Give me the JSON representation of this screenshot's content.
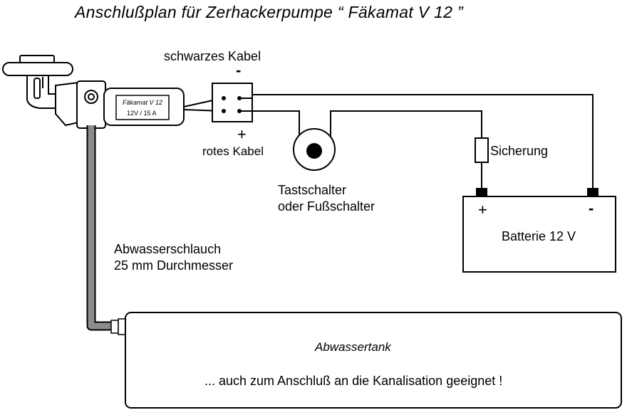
{
  "title": "Anschlußplan für Zerhackerpumpe “ Fäkamat V 12 ”",
  "pump": {
    "name": "Fäkamat V 12",
    "rating": "12V / 15 A"
  },
  "terminal": {
    "black_cable": "schwarzes Kabel",
    "red_cable": "rotes Kabel",
    "minus": "-",
    "plus": "+"
  },
  "switch": {
    "line1": "Tastschalter",
    "line2": "oder Fußschalter"
  },
  "fuse": {
    "label": "Sicherung"
  },
  "battery": {
    "label": "Batterie 12 V",
    "plus": "+",
    "minus": "-"
  },
  "hose": {
    "line1": "Abwasserschlauch",
    "line2": "25 mm Durchmesser"
  },
  "tank": {
    "label": "Abwassertank",
    "note": "... auch zum Anschluß an die Kanalisation geeignet !"
  }
}
